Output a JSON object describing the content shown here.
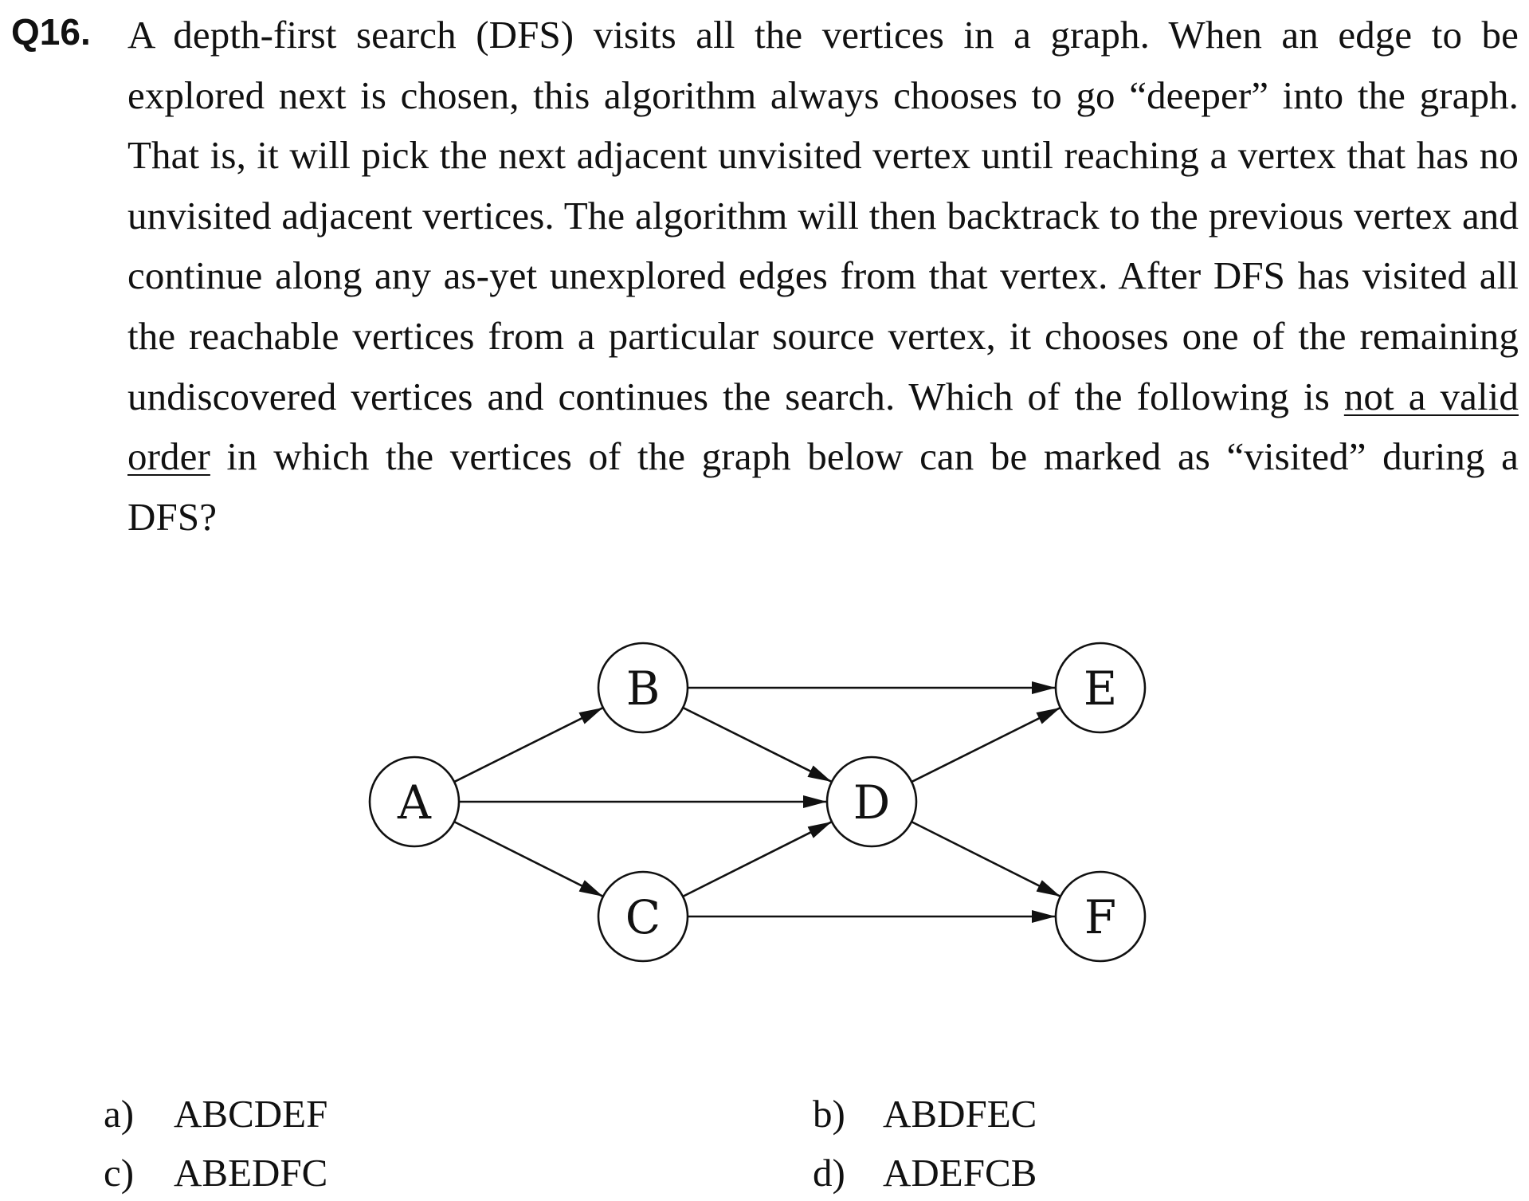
{
  "question": {
    "number": "Q16.",
    "text_before_underline": "A depth-first search (DFS) visits all the vertices in a graph.   When an edge to be explored next is chosen, this algorithm always chooses to go “deeper” into the graph. That is, it will pick the next adjacent unvisited vertex until reaching a vertex that has no unvisited adjacent vertices.   The algorithm will then backtrack to the previous vertex and continue along any as-yet unexplored edges from that vertex.   After DFS has visited all the reachable vertices from a particular source vertex, it chooses one of the remaining undiscovered vertices and continues the search.   Which of the following is ",
    "underlined_text": "not a valid order",
    "text_after_underline": " in which the vertices of the graph below can be marked as “visited” during a DFS?"
  },
  "graph": {
    "nodes": [
      "A",
      "B",
      "C",
      "D",
      "E",
      "F"
    ],
    "edges": [
      [
        "A",
        "B"
      ],
      [
        "A",
        "D"
      ],
      [
        "A",
        "C"
      ],
      [
        "B",
        "E"
      ],
      [
        "B",
        "D"
      ],
      [
        "C",
        "D"
      ],
      [
        "C",
        "F"
      ],
      [
        "D",
        "E"
      ],
      [
        "D",
        "F"
      ]
    ]
  },
  "options": [
    {
      "letter": "a)",
      "text": "ABCDEF"
    },
    {
      "letter": "b)",
      "text": "ABDFEC"
    },
    {
      "letter": "c)",
      "text": "ABEDFC"
    },
    {
      "letter": "d)",
      "text": "ADEFCB"
    }
  ]
}
